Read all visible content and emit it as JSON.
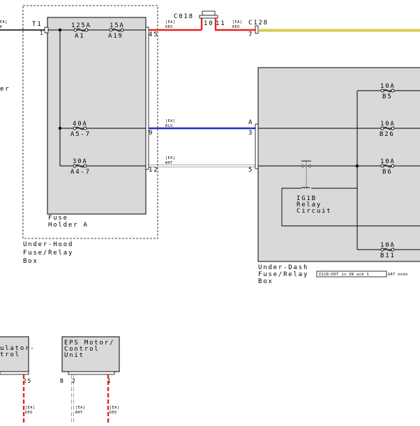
{
  "left_partial_text": {
    "line1": "er"
  },
  "left_small_tags": {
    "a": "EA]",
    "b": "K"
  },
  "underhood": {
    "title_lines": [
      "Under-Hood",
      "Fuse/Relay",
      "Box"
    ],
    "fuse_holder_lines": [
      "Fuse",
      "Holder A"
    ],
    "terminal_T1": "T1",
    "terminal_1": "1",
    "pin_45": "45",
    "pin_9": "9",
    "pin_12": "12",
    "fuses": [
      {
        "rating": "125A",
        "id": "A1"
      },
      {
        "rating": "15A",
        "id": "A19"
      },
      {
        "rating": "40A",
        "id": "A5-7"
      },
      {
        "rating": "30A",
        "id": "A4-7"
      }
    ]
  },
  "connector_c018": {
    "label": "C018",
    "pin_a": "10",
    "pin_b": "11"
  },
  "connector_c128": {
    "label": "C128",
    "pin": "7"
  },
  "wires": {
    "red_top_a": {
      "tag": "[EA]",
      "color": "RED"
    },
    "red_top_b": {
      "tag": "[EA]",
      "color": "RED"
    },
    "blu": {
      "tag": "[EA]",
      "color": "BLU"
    },
    "wht": {
      "tag": "[EA]",
      "color": "WHT"
    }
  },
  "underdash": {
    "title_lines": [
      "Under-Dash",
      "Fuse/Relay",
      "Box"
    ],
    "note": "IG1B:HOT in ON and S",
    "note_tail": "ART mode",
    "pin_A": "A",
    "pin_3": "3",
    "pin_5": "5",
    "relay_lines": [
      "IG1B",
      "Relay",
      "Circuit"
    ],
    "fuses": [
      {
        "rating": "10A",
        "id": "B5"
      },
      {
        "rating": "10A",
        "id": "B26"
      },
      {
        "rating": "10A",
        "id": "B6"
      },
      {
        "rating": "10A",
        "id": "B11"
      }
    ]
  },
  "regulator": {
    "lines": [
      "ulator-",
      "trol"
    ],
    "pin": "25",
    "wire_tag": "[EA]",
    "wire_color": "RED"
  },
  "eps": {
    "lines": [
      "EPS Motor/",
      "Control",
      "Unit"
    ],
    "connector": "B",
    "pin_2": "2",
    "pin_1": "1",
    "wire_wht_tag": "[EA]",
    "wire_wht_color": "WHT",
    "wire_red_tag": "[EA]",
    "wire_red_color": "RED"
  },
  "colors": {
    "red": "#e8241c",
    "blue": "#1f2fc8",
    "yellow": "#f2e02a",
    "box_fill": "#d9d9d9"
  }
}
